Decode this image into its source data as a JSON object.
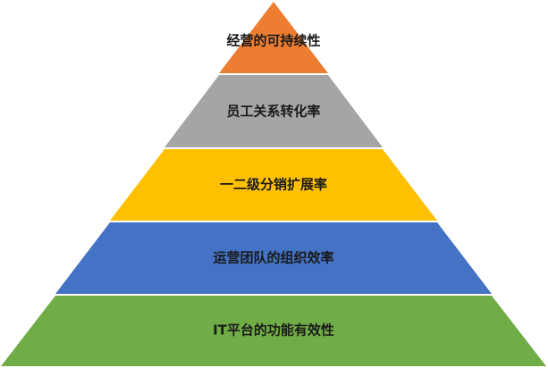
{
  "pyramid": {
    "tiers": [
      {
        "label": "经营的可持续性",
        "color": "#ED7D31"
      },
      {
        "label": "员工关系转化率",
        "color": "#A5A5A5"
      },
      {
        "label": "一二级分销扩展率",
        "color": "#FFC000"
      },
      {
        "label": "运营团队的组织效率",
        "color": "#4472C4"
      },
      {
        "label": "IT平台的功能有效性",
        "color": "#70AD47"
      }
    ]
  }
}
